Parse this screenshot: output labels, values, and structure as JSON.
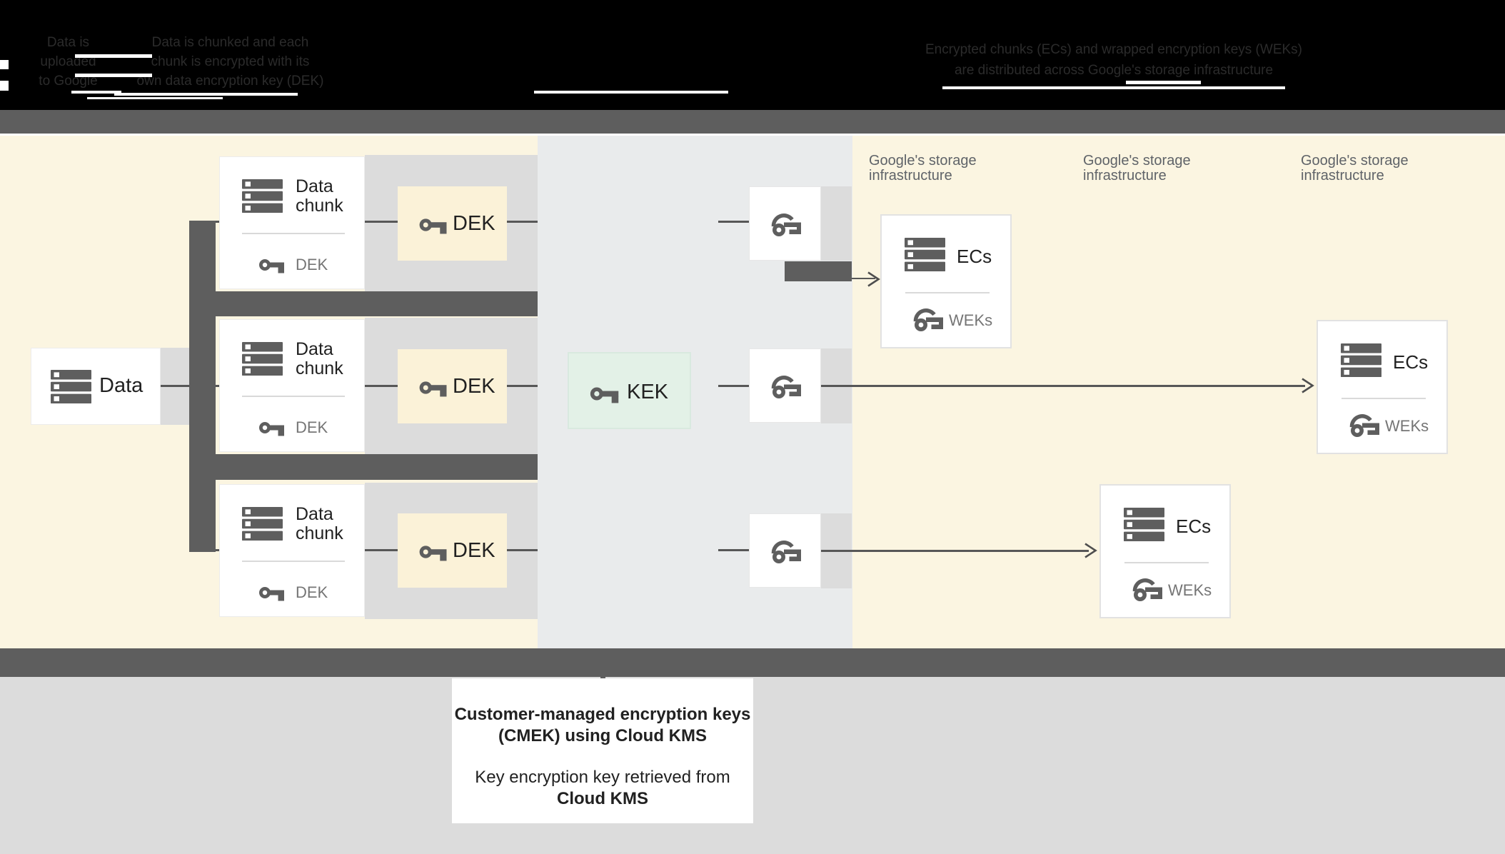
{
  "header": {
    "columns": [
      {
        "lines": [
          "Data is",
          "uploaded",
          "to Google"
        ]
      },
      {
        "lines": [
          "Data is chunked and each",
          "chunk is encrypted with its",
          "own data encryption key (DEK)"
        ]
      },
      {
        "lines": [
          "Encrypted chunks (ECs) and wrapped encryption keys (WEKs)",
          "are distributed across Google's storage infrastructure"
        ]
      }
    ]
  },
  "diagram": {
    "data_box": {
      "label": "Data"
    },
    "chunks": [
      {
        "title": "Data chunk",
        "key_label": "DEK"
      },
      {
        "title": "Data chunk",
        "key_label": "DEK"
      },
      {
        "title": "Data chunk",
        "key_label": "DEK"
      }
    ],
    "dek_boxes": [
      {
        "label": "DEK"
      },
      {
        "label": "DEK"
      },
      {
        "label": "DEK"
      }
    ],
    "kek_box": {
      "label": "KEK"
    },
    "storage_labels": [
      {
        "line1": "Google's storage",
        "line2": "infrastructure"
      },
      {
        "line1": "Google's storage",
        "line2": "infrastructure"
      },
      {
        "line1": "Google's storage",
        "line2": "infrastructure"
      }
    ],
    "ecs_boxes": [
      {
        "title": "ECs",
        "key_label": "WEKs"
      },
      {
        "title": "ECs",
        "key_label": "WEKs"
      },
      {
        "title": "ECs",
        "key_label": "WEKs"
      }
    ]
  },
  "callout": {
    "line1": "Customer-managed encryption keys",
    "line2": "(CMEK) using Cloud KMS",
    "line3": "Key encryption key retrieved from",
    "line4": "Cloud KMS"
  },
  "colors": {
    "cream": "#FBF5E1",
    "middle_panel": "#E9EBEC",
    "dark_gray": "#5E5E5E",
    "light_gray": "#DCDCDC",
    "mint": "#E3F1E7",
    "dek_fill": "#FBF2D8",
    "text_dark": "#212121",
    "text_gray": "#757575",
    "label_gray": "#5F6368",
    "footer_bg": "#DCDCDC"
  }
}
